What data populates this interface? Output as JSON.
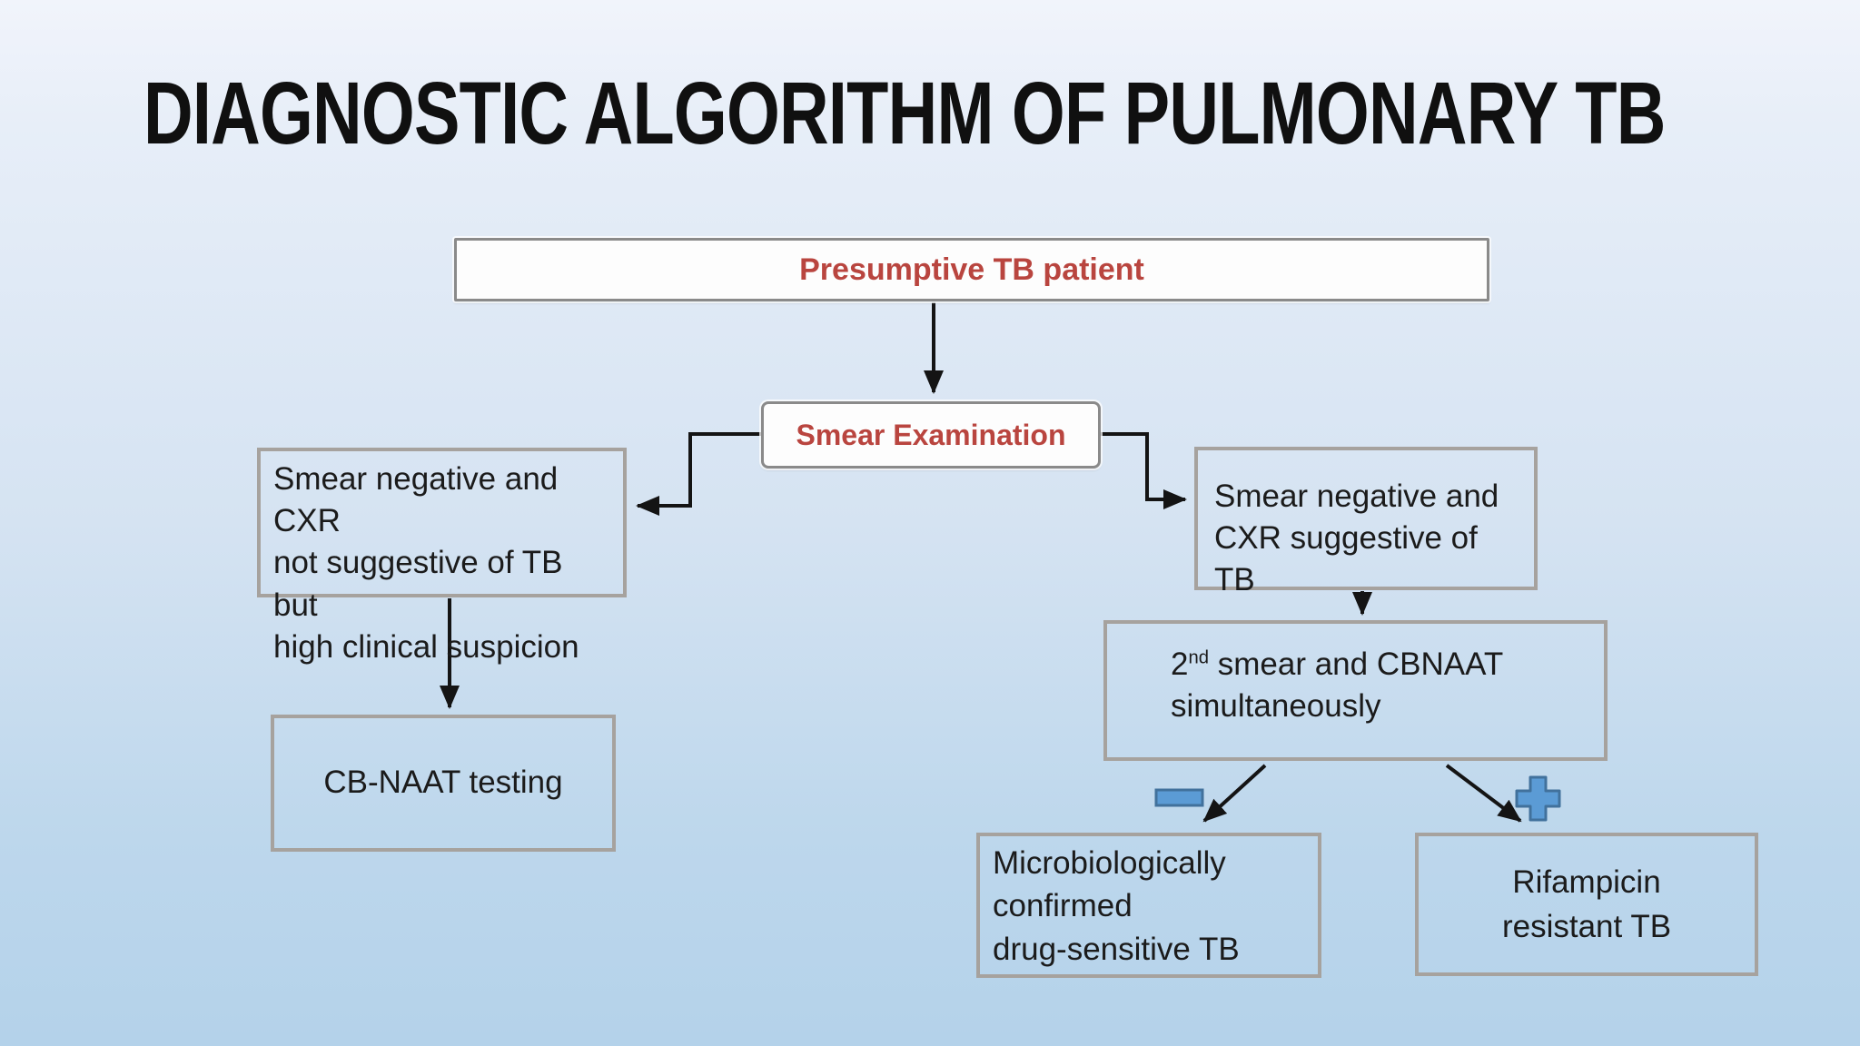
{
  "slide": {
    "title": "DIAGNOSTIC ALGORITHM OF PULMONARY TB",
    "colors": {
      "background_top": "#f1f4fb",
      "background_bottom": "#b4d2ea",
      "white_node_fill": "#fdfdfd",
      "white_node_border": "#8a8a8a",
      "outline_node_border": "#a6a29e",
      "red_text": "#b9453f",
      "dark_text": "#1b1b1b",
      "arrow": "#141414",
      "icon_fill": "#5b9bd5",
      "icon_stroke": "#41719c"
    }
  },
  "nodes": {
    "presumptive": {
      "label": "Presumptive TB patient"
    },
    "smear_exam": {
      "label": "Smear Examination"
    },
    "left_branch": {
      "label": "Smear negative and CXR\nnot suggestive of TB but\nhigh clinical suspicion"
    },
    "right_branch": {
      "label": "Smear negative and\nCXR suggestive of TB"
    },
    "second_smear": {
      "num": "2",
      "ordinal": "nd",
      "line1_rest": " smear and CBNAAT",
      "line2": "simultaneously"
    },
    "cbnaat": {
      "label": "CB-NAAT testing"
    },
    "negative_outcome": {
      "label": "Microbiologically\nconfirmed\ndrug-sensitive TB"
    },
    "positive_outcome": {
      "label": "Rifampicin\nresistant TB"
    }
  },
  "icons": {
    "minus": "negative smear/CBNAAT result",
    "plus": "positive smear/CBNAAT result"
  }
}
